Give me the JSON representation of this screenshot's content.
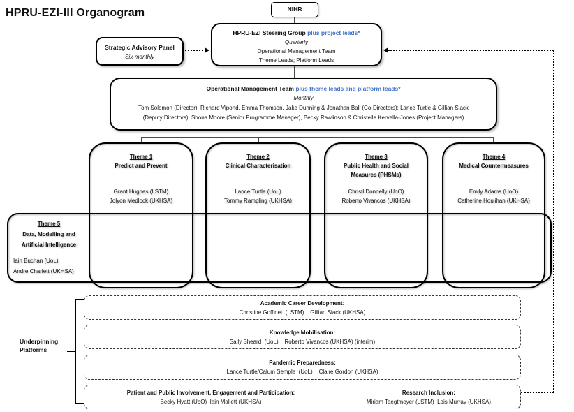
{
  "page": {
    "title": "HPRU-EZI-III Organogram"
  },
  "colors": {
    "accent_blue": "#4472C4",
    "connector": "#4a4a4a"
  },
  "nihr": {
    "label": "NIHR"
  },
  "advisory": {
    "title": "Strategic Advisory Panel",
    "frequency": "Six-monthly"
  },
  "steering": {
    "title": "HPRU-EZI Steering Group",
    "title_suffix": "plus project leads*",
    "frequency": "Quarterly",
    "line1": "Operational Management Team",
    "line2": "Theme Leads; Platform Leads"
  },
  "omt": {
    "title": "Operational Management Team",
    "title_suffix": "plus theme leads and platform leads*",
    "frequency": "Monthly",
    "members_line1": "Tom Solomon (Director); Richard Vipond, Emma Thomson, Jake Dunning & Jonathan Ball (Co-Directors); Lance Turtle & Gillian Slack",
    "members_line2": "(Deputy Directors); Shona Moore (Senior Programme Manager), Becky Rawlinson & Christelle Kervella-Jones (Project Managers)"
  },
  "themes": [
    {
      "id": "Theme 1",
      "name": "Predict and Prevent",
      "leads": [
        "Grant Hughes (LSTM)",
        "Jolyon Medlock (UKHSA)"
      ]
    },
    {
      "id": "Theme 2",
      "name": "Clinical Characterisation",
      "leads": [
        "Lance Turtle (UoL)",
        "Tommy Rampling (UKHSA)"
      ]
    },
    {
      "id": "Theme 3",
      "name": "Public Health and Social Measures (PHSMs)",
      "leads": [
        "Christl Donnelly (UoO)",
        "Roberto Vivancos (UKHSA)"
      ]
    },
    {
      "id": "Theme 4",
      "name": "Medical Countermeasures",
      "leads": [
        "Emily Adams (UoO)",
        "Catherine Houlihan (UKHSA)"
      ]
    }
  ],
  "theme5": {
    "id": "Theme 5",
    "name_line1": "Data, Modelling and",
    "name_line2": "Artificial Intelligence",
    "leads": [
      "Iain Buchan (UoL)",
      "Andre Charlett (UKHSA)"
    ]
  },
  "platforms_label": {
    "line1": "Underpinning",
    "line2": "Platforms"
  },
  "platforms": [
    {
      "title": "Academic Career Development:",
      "people": "Christine Goffinet  (LSTM)    Gillian Slack (UKHSA)"
    },
    {
      "title": "Knowledge Mobilisation:",
      "people": "Sally Sheard  (UoL)    Roberto Vivancos (UKHSA) (interim)"
    },
    {
      "title": "Pandemic Preparedness:",
      "people": "Lance Turtle/Calum Semple  (UoL)    Claire Gordon (UKHSA)"
    }
  ],
  "platform4": {
    "left": {
      "title": "Patient and Public Involvement, Engagement and Participation:",
      "people": "Becky Hyatt (UoO)  Iain Mallett (UKHSA)"
    },
    "right": {
      "title": "Research Inclusion:",
      "people": "Miriam Taegtmeyer (LSTM)  Lois Murray (UKHSA)"
    }
  }
}
